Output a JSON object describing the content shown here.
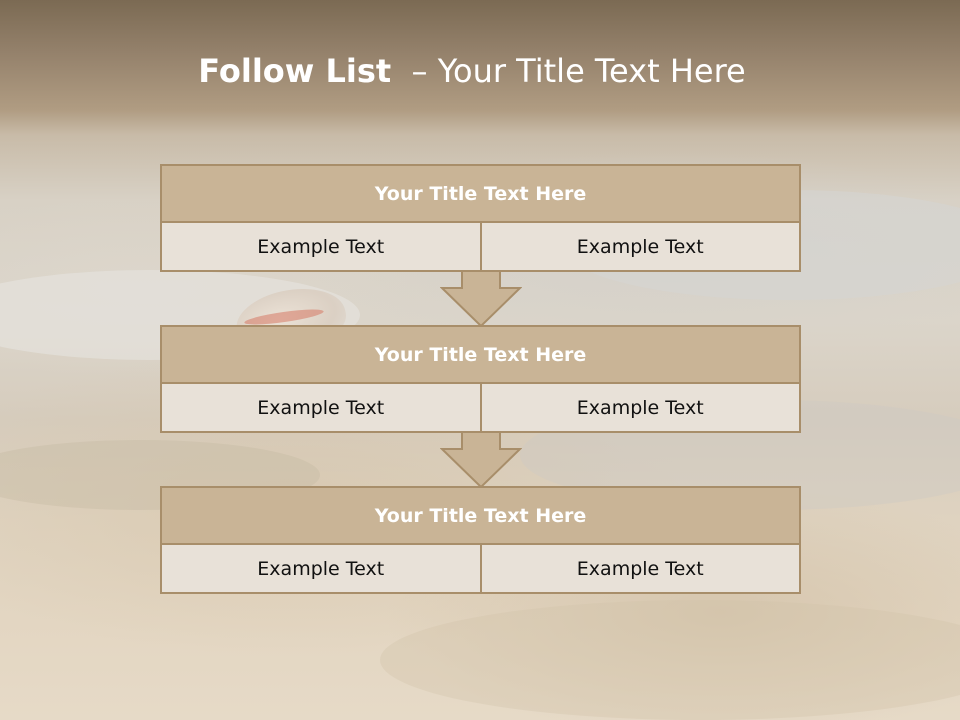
{
  "slide": {
    "title_bold": "Follow List",
    "title_rest": "– Your Title Text Here"
  },
  "blocks": [
    {
      "title": "Your Title Text Here",
      "left": "Example Text",
      "right": "Example Text"
    },
    {
      "title": "Your Title Text Here",
      "left": "Example Text",
      "right": "Example Text"
    },
    {
      "title": "Your Title Text Here",
      "left": "Example Text",
      "right": "Example Text"
    }
  ],
  "colors": {
    "title_fill": "#c9b496",
    "border": "#a88e6a",
    "cell_fill": "#e8e1d8",
    "arrow_fill": "#c9b496"
  }
}
